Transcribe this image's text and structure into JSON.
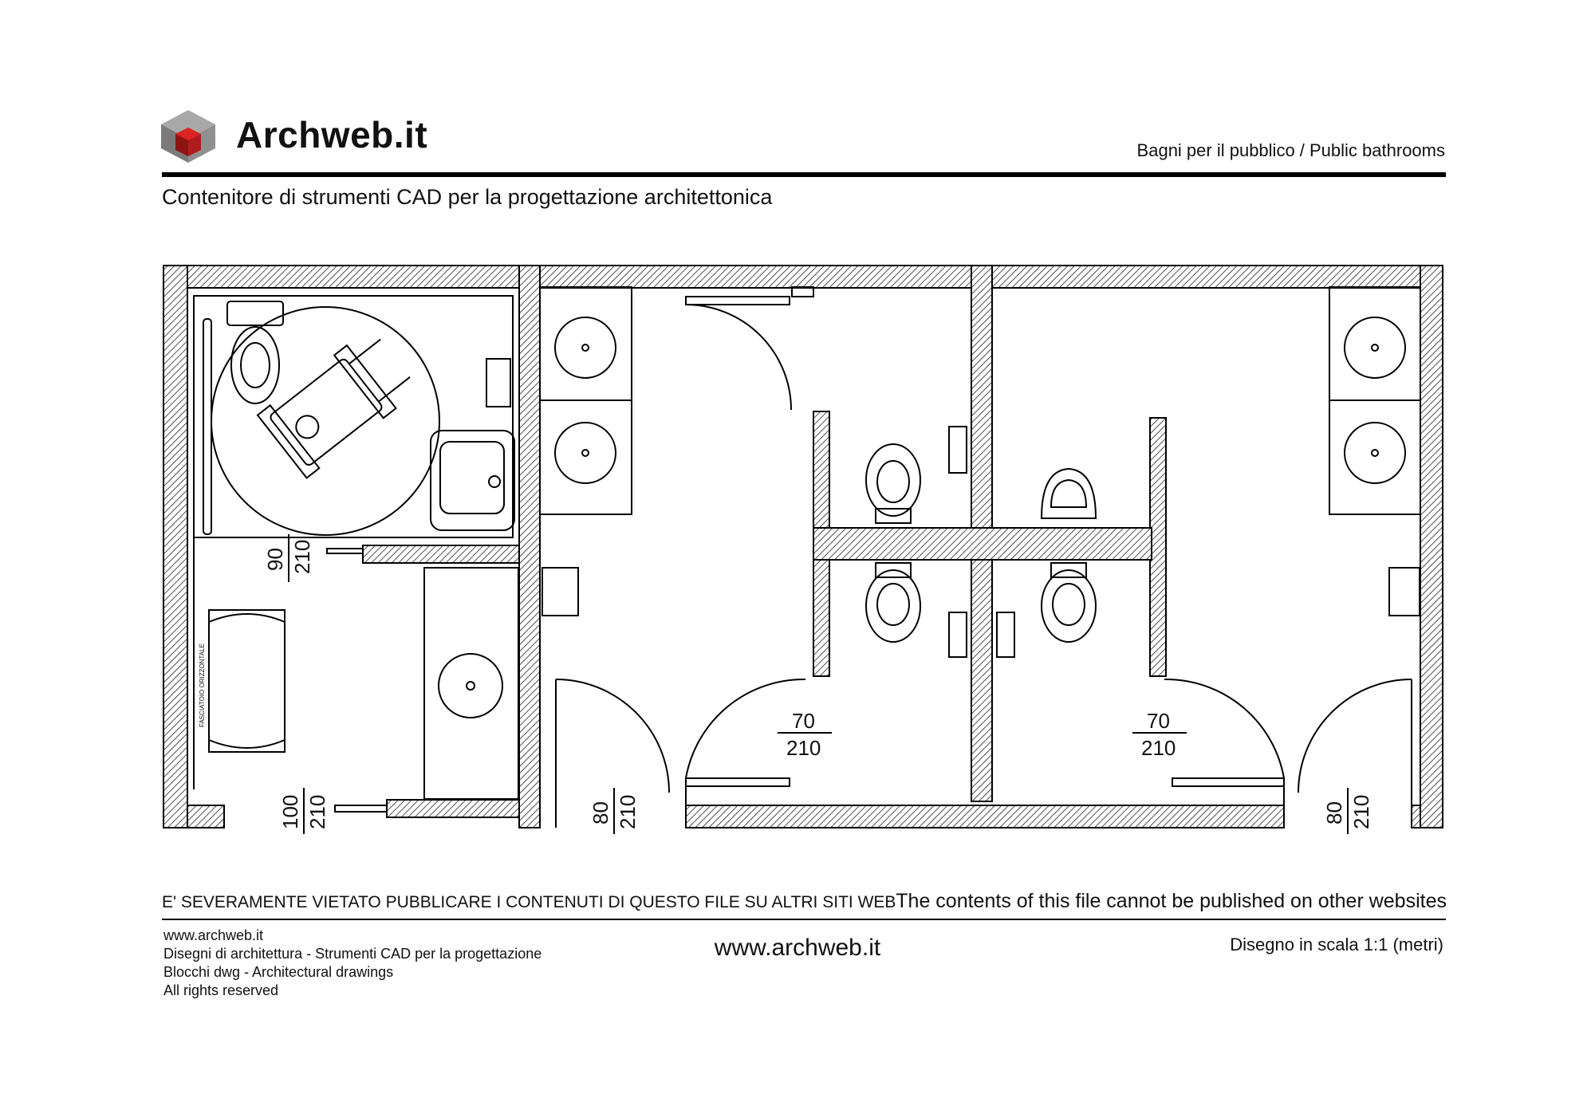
{
  "header": {
    "brand": "Archweb.it",
    "title": "Bagni per il pubblico  /  Public bathrooms",
    "subtitle": "Contenitore di strumenti CAD per la progettazione architettonica"
  },
  "drawing": {
    "fasciatoio_label": "FASCIATOIO ORIZZONTALE",
    "dims": {
      "d1_top": "90",
      "d1_bottom": "210",
      "d2_top": "100",
      "d2_bottom": "210",
      "d3_top": "80",
      "d3_bottom": "210",
      "d4_top": "70",
      "d4_bottom": "210",
      "d5_top": "70",
      "d5_bottom": "210",
      "d6_top": "80",
      "d6_bottom": "210"
    }
  },
  "footer": {
    "warning_it": "E' SEVERAMENTE VIETATO PUBBLICARE I CONTENUTI DI QUESTO FILE SU ALTRI SITI WEB",
    "warning_en": "The contents of this file cannot be published on other websites",
    "credits": [
      "www.archweb.it",
      "Disegni di architettura - Strumenti CAD  per la progettazione",
      "Blocchi dwg - Architectural drawings",
      "All rights reserved"
    ],
    "site": "www.archweb.it",
    "scale": "Disegno in scala 1:1 (metri)"
  },
  "colors": {
    "logo_red": "#b01c1c",
    "logo_grey": "#8a8a8a",
    "ink": "#111111"
  }
}
